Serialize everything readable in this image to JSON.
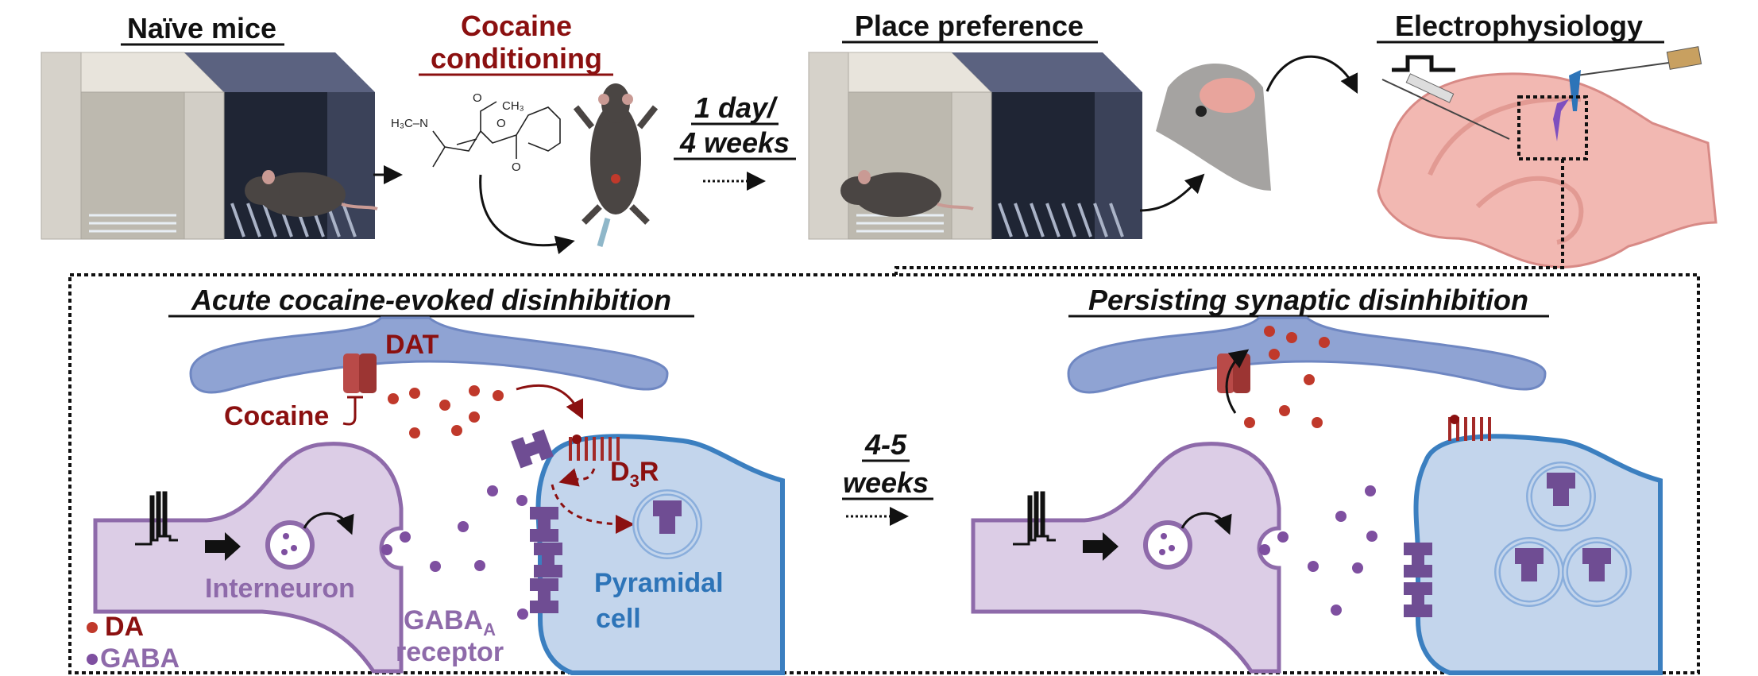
{
  "top": {
    "naive": "Naïve mice",
    "conditioning": [
      "Cocaine",
      "conditioning"
    ],
    "interval": [
      "1 day/",
      "4 weeks"
    ],
    "place_preference": "Place preference",
    "electrophysiology": "Electrophysiology"
  },
  "molecule": {
    "h3c_n": "H₃C–N",
    "ch3": "CH₃",
    "o1": "O",
    "o2": "O",
    "o3": "O"
  },
  "acute": {
    "title": "Acute cocaine-evoked disinhibition",
    "dat": "DAT",
    "cocaine": "Cocaine",
    "d3r": {
      "main": "D",
      "sub": "3",
      "end": "R"
    },
    "interneuron": "Interneuron",
    "gabaa": {
      "main": "GABA",
      "sub": "A",
      "line2": "receptor"
    },
    "pyramidal": [
      "Pyramidal",
      "cell"
    ]
  },
  "legend": {
    "da": "DA",
    "gaba": "GABA"
  },
  "transition": [
    "4-5",
    "weeks"
  ],
  "persisting": {
    "title": "Persisting synaptic disinhibition"
  },
  "colors": {
    "cocaine_red": "#8b1010",
    "dopamine": "#c0392b",
    "interneuron": "#dccde6",
    "interneuron_stroke": "#8e6aaa",
    "pyramidal": "#c3d5ec",
    "pyramidal_stroke": "#3b7fc0",
    "presynaptic": "#8fa3d3",
    "gaba_receptor": "#6f4d93",
    "hippocampus": "#f2b8b2"
  }
}
